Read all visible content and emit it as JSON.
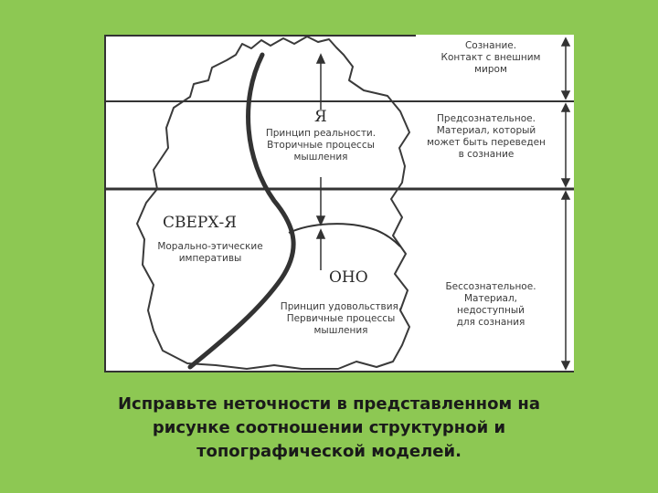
{
  "layers": {
    "conscious": [
      "Сознание.",
      "Контакт с внешним",
      "миром"
    ],
    "preconscious": [
      "Предсознательное.",
      "Материал, который",
      "может быть переведен",
      "в сознание"
    ],
    "unconscious": [
      "Бессознательное.",
      "Материал,",
      "недоступный",
      "для сознания"
    ]
  },
  "structures": {
    "ego": {
      "title": "Я",
      "desc": [
        "Принцип реальности.",
        "Вторичные процессы",
        "мышления"
      ]
    },
    "superego": {
      "title": "СВЕРХ-Я",
      "desc": [
        "Морально-этические",
        "императивы"
      ]
    },
    "id": {
      "title": "ОНО",
      "desc": [
        "Принцип удовольствия.",
        "Первичные процессы",
        "мышления"
      ]
    }
  },
  "caption": [
    "Исправьте неточности в представленном на",
    "рисунке соотношении структурной и",
    "топографической моделей."
  ],
  "colors": {
    "background": "#8dc853",
    "panel": "#ffffff",
    "lines": "#333333"
  }
}
